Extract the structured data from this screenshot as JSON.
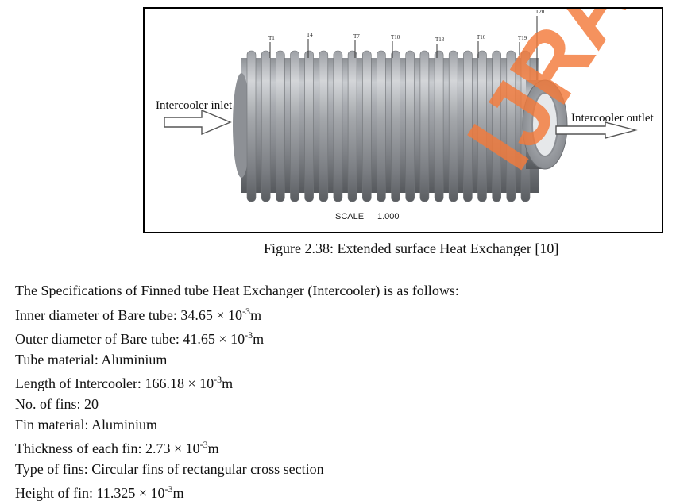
{
  "figure": {
    "inlet_label": "Intercooler inlet",
    "outlet_label": "Intercooler outlet",
    "scale_label": "SCALE",
    "scale_value": "1.000",
    "watermark": "IJRASET",
    "thermocouples": [
      "T1",
      "T4",
      "T7",
      "T10",
      "T13",
      "T16",
      "T19",
      "T20"
    ]
  },
  "caption": "Figure 2.38: Extended surface Heat Exchanger [10]",
  "specs": {
    "intro": "The Specifications of Finned tube Heat Exchanger (Intercooler) is as follows:",
    "items": [
      {
        "label": "Inner diameter of Bare tube: ",
        "value": "34.65 × 10",
        "exp": "-3",
        "unit": "m"
      },
      {
        "label": "Outer diameter of Bare tube: ",
        "value": "41.65 × 10",
        "exp": "-3",
        "unit": "m"
      },
      {
        "label": "Tube material: ",
        "value": "Aluminium",
        "exp": "",
        "unit": ""
      },
      {
        "label": "Length of Intercooler: ",
        "value": "166.18 × 10",
        "exp": "-3",
        "unit": "m"
      },
      {
        "label": "No. of fins: ",
        "value": "20",
        "exp": "",
        "unit": ""
      },
      {
        "label": "Fin material: ",
        "value": "Aluminium",
        "exp": "",
        "unit": ""
      },
      {
        "label": "Thickness of each fin: ",
        "value": "2.73 × 10",
        "exp": "-3",
        "unit": "m"
      },
      {
        "label": "Type of fins: ",
        "value": "Circular fins of rectangular cross section",
        "exp": "",
        "unit": ""
      },
      {
        "label": "Height of fin: ",
        "value": "11.325 × 10",
        "exp": "-3",
        "unit": "m"
      }
    ]
  }
}
